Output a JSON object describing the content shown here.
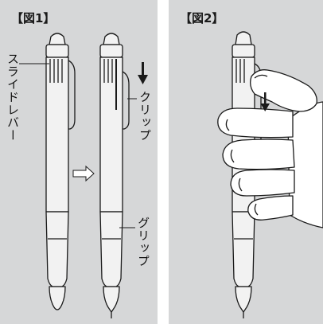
{
  "figures": {
    "fig1_label": "【図1】",
    "fig2_label": "【図2】"
  },
  "labels": {
    "slide_lever": "スライドレバー",
    "clip": "クリップ",
    "grip": "グリップ"
  },
  "colors": {
    "panel_bg": "#d6d7d8",
    "pen_body": "#f2f2f2",
    "outline": "#1a1a1a"
  },
  "icons": {
    "down_arrow": "down-arrow-icon",
    "right_arrow": "right-arrow-icon"
  }
}
